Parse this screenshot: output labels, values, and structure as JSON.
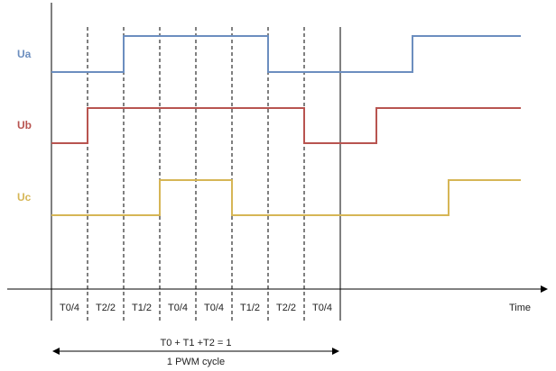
{
  "signals": [
    {
      "name": "Ua",
      "color": "#6c8ebf",
      "levels": [
        0,
        0,
        1,
        1,
        1,
        1,
        0,
        0,
        0,
        0,
        1,
        1,
        1
      ]
    },
    {
      "name": "Ub",
      "color": "#b85450",
      "levels": [
        0,
        1,
        1,
        1,
        1,
        1,
        1,
        0,
        0,
        1,
        1,
        1,
        1
      ]
    },
    {
      "name": "Uc",
      "color": "#d6b656",
      "levels": [
        0,
        0,
        0,
        1,
        1,
        0,
        0,
        0,
        0,
        0,
        0,
        1,
        1
      ]
    }
  ],
  "segments": [
    "T0/4",
    "T2/2",
    "T1/2",
    "T0/4",
    "T0/4",
    "T1/2",
    "T2/2",
    "T0/4"
  ],
  "axis_label": "Time",
  "equation": "T0 + T1 +T2 = 1",
  "cycle_label": "1 PWM cycle"
}
